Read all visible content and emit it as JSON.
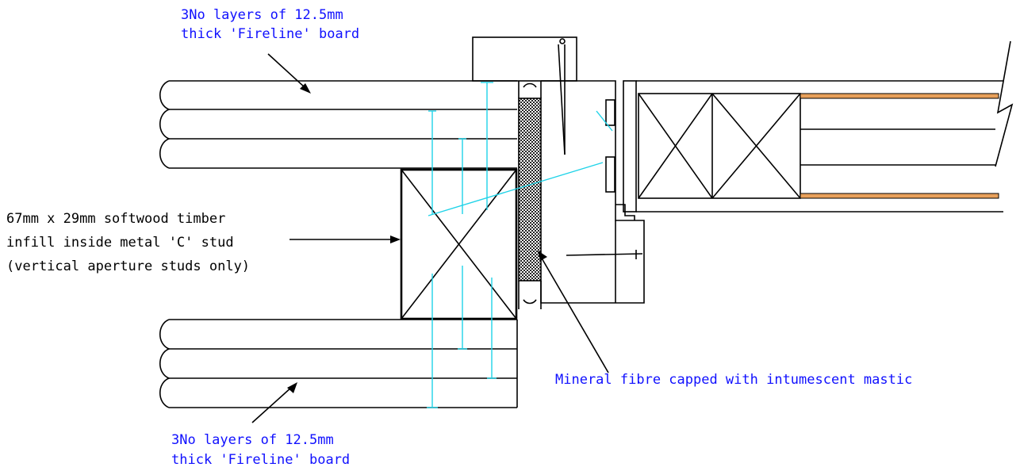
{
  "colors": {
    "line": "#000000",
    "label_blue": "#1010ff",
    "screw": "#1fd3e8",
    "board_strip": "#e8a05a",
    "mineral_fibre": "#222222"
  },
  "labels": {
    "top_board": [
      "3No layers of 12.5mm",
      "thick 'Fireline' board"
    ],
    "infill": [
      "67mm x 29mm softwood timber",
      "infill inside metal 'C' stud",
      "(vertical aperture studs only)"
    ],
    "mineral": [
      "Mineral fibre capped with intumescent mastic"
    ],
    "bottom_board": [
      "3No layers of 12.5mm",
      "thick 'Fireline' board"
    ]
  }
}
